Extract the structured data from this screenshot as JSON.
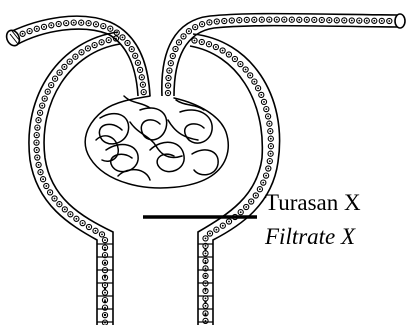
{
  "diagram": {
    "subject": "Bowman's capsule and glomerulus",
    "label_malay": "Turasan X",
    "label_english": "Filtrate X"
  },
  "colors": {
    "stroke": "#000000",
    "background": "#ffffff"
  }
}
